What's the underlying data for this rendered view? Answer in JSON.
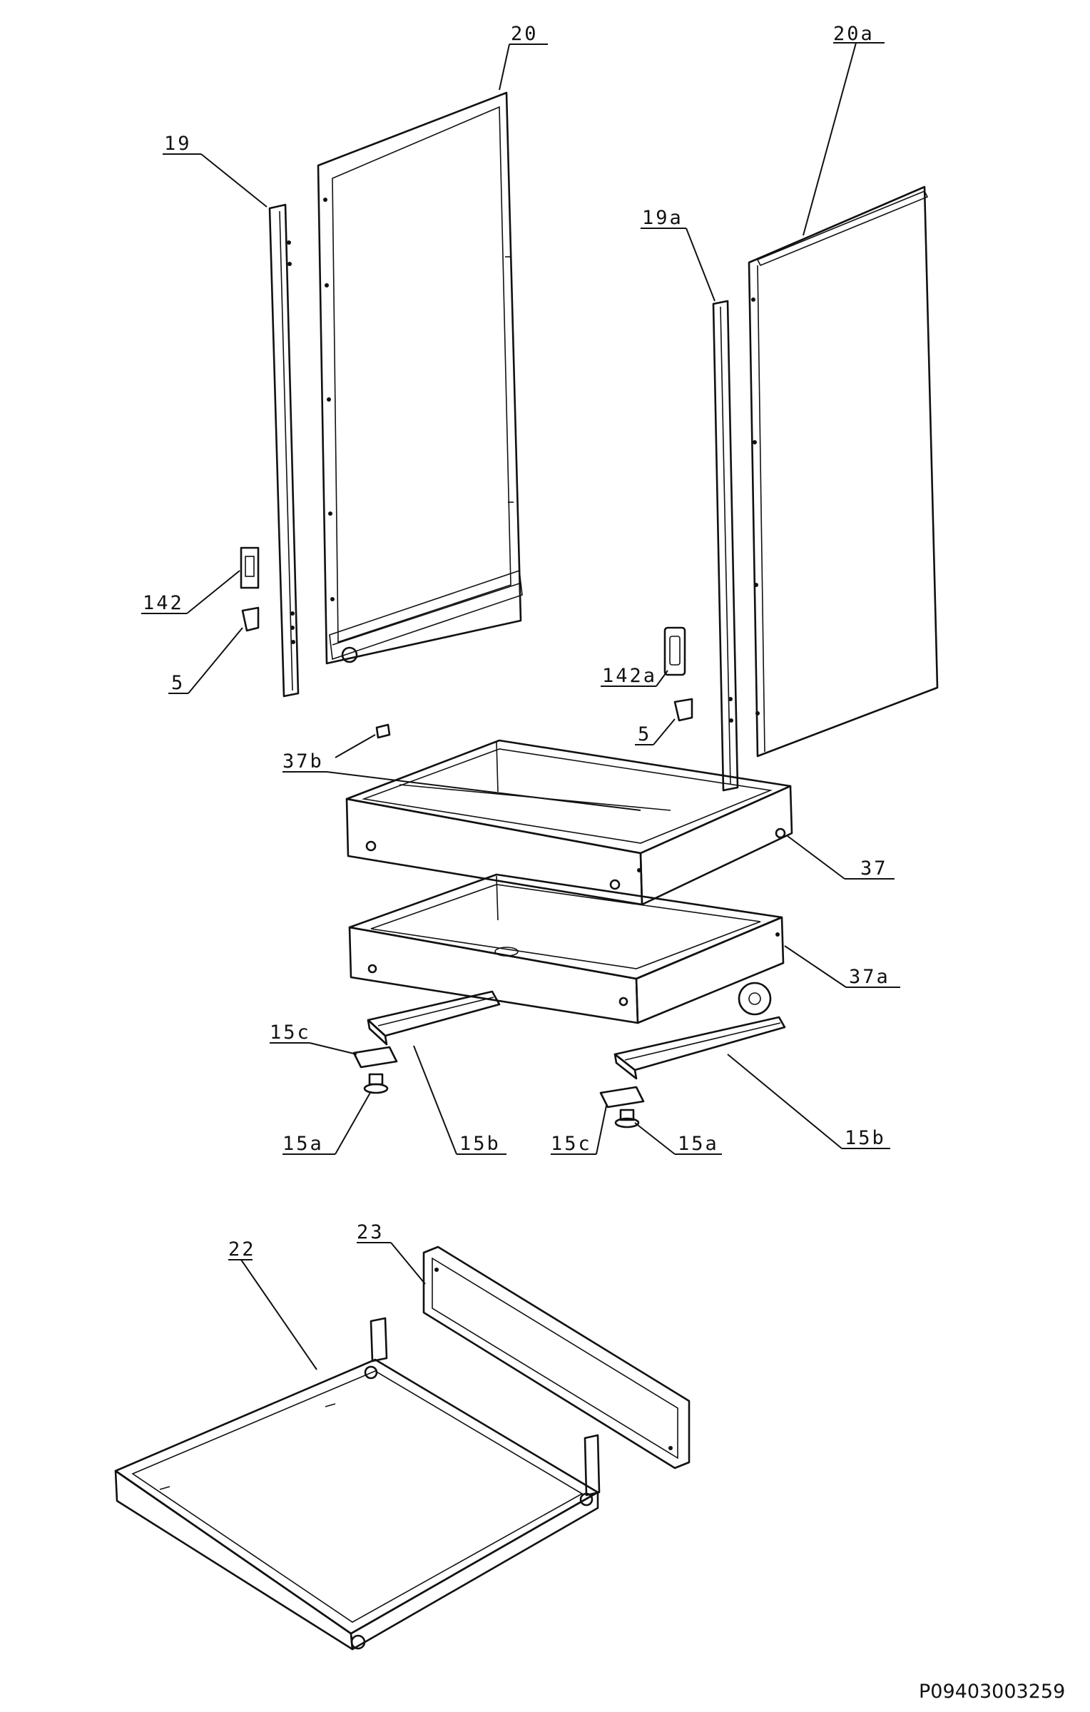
{
  "callouts": {
    "p20": "20",
    "p20a": "20a",
    "p19": "19",
    "p19a": "19a",
    "p142": "142",
    "p142a": "142a",
    "p5_left": "5",
    "p5_right": "5",
    "p37b": "37b",
    "p37": "37",
    "p37a": "37a",
    "p15c_left": "15c",
    "p15c_right": "15c",
    "p15a_left": "15a",
    "p15a_right": "15a",
    "p15b_left": "15b",
    "p15b_right": "15b",
    "p22": "22",
    "p23": "23"
  },
  "drawing_code": "P09403003259",
  "line_color": "#111111"
}
